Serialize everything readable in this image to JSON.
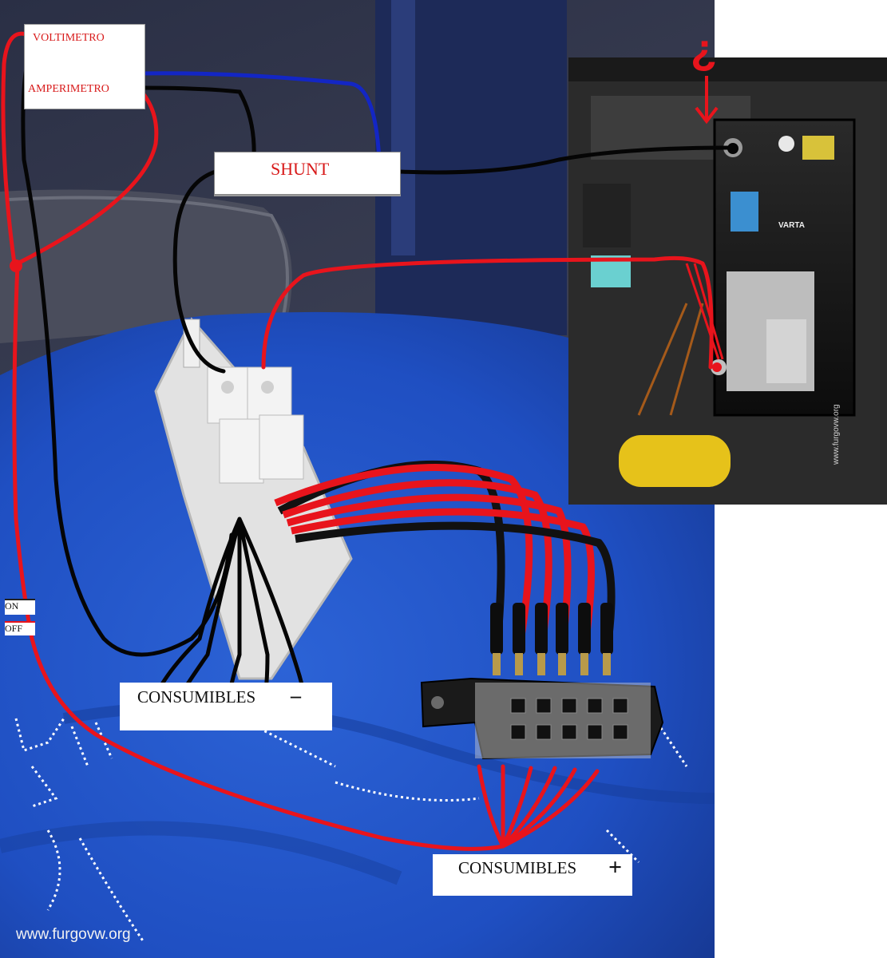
{
  "labels": {
    "voltimetro": "VOLTIMETRO",
    "amperimetro": "AMPERIMETRO",
    "shunt": "SHUNT",
    "switch_on": "ON",
    "switch_off": "OFF",
    "consumibles_neg": "CONSUMIBLES",
    "consumibles_neg_sign": "–",
    "consumibles_pos": "CONSUMIBLES",
    "consumibles_pos_sign": "+",
    "battery_brand": "VARTA",
    "battery_marker": "¿"
  },
  "watermarks": {
    "bottom": "www.furgovw.org",
    "side": "www.furgovw.org"
  },
  "colors": {
    "wire_red": "#e8141c",
    "wire_black": "#050505",
    "wire_blue": "#1326c4",
    "label_red_text": "#d81a1a",
    "blanket_blue": "#1f4fc2",
    "background_dark": "#1a1f38"
  }
}
